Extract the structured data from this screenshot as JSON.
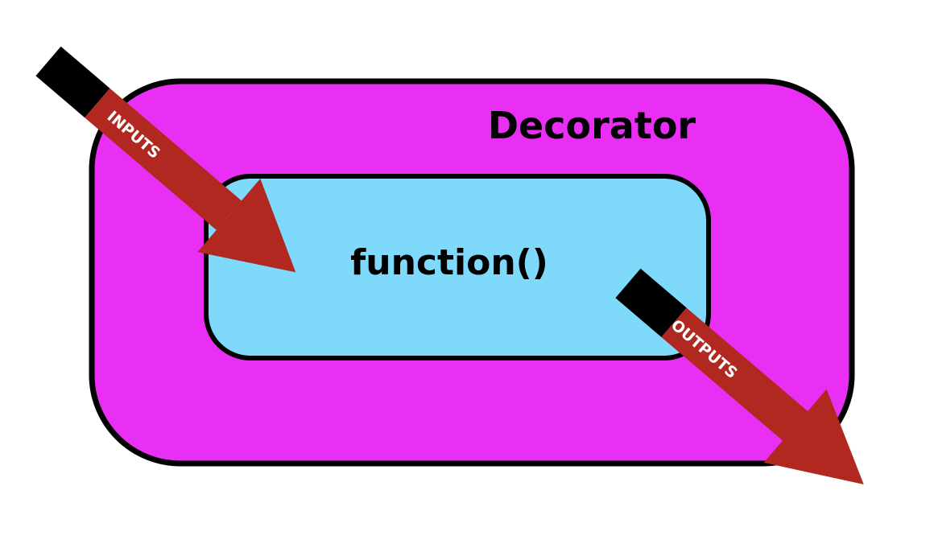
{
  "decorator": {
    "label": "Decorator",
    "fill": "#ea2ff4",
    "stroke": "#000000"
  },
  "function_box": {
    "label": "function()",
    "fill": "#7ed9fa",
    "stroke": "#000000"
  },
  "inputs_arrow": {
    "label": "INPUTS",
    "color": "#b0281f",
    "tail_color": "#000000"
  },
  "outputs_arrow": {
    "label": "OUTPUTS",
    "color": "#b0281f",
    "tail_color": "#000000"
  }
}
